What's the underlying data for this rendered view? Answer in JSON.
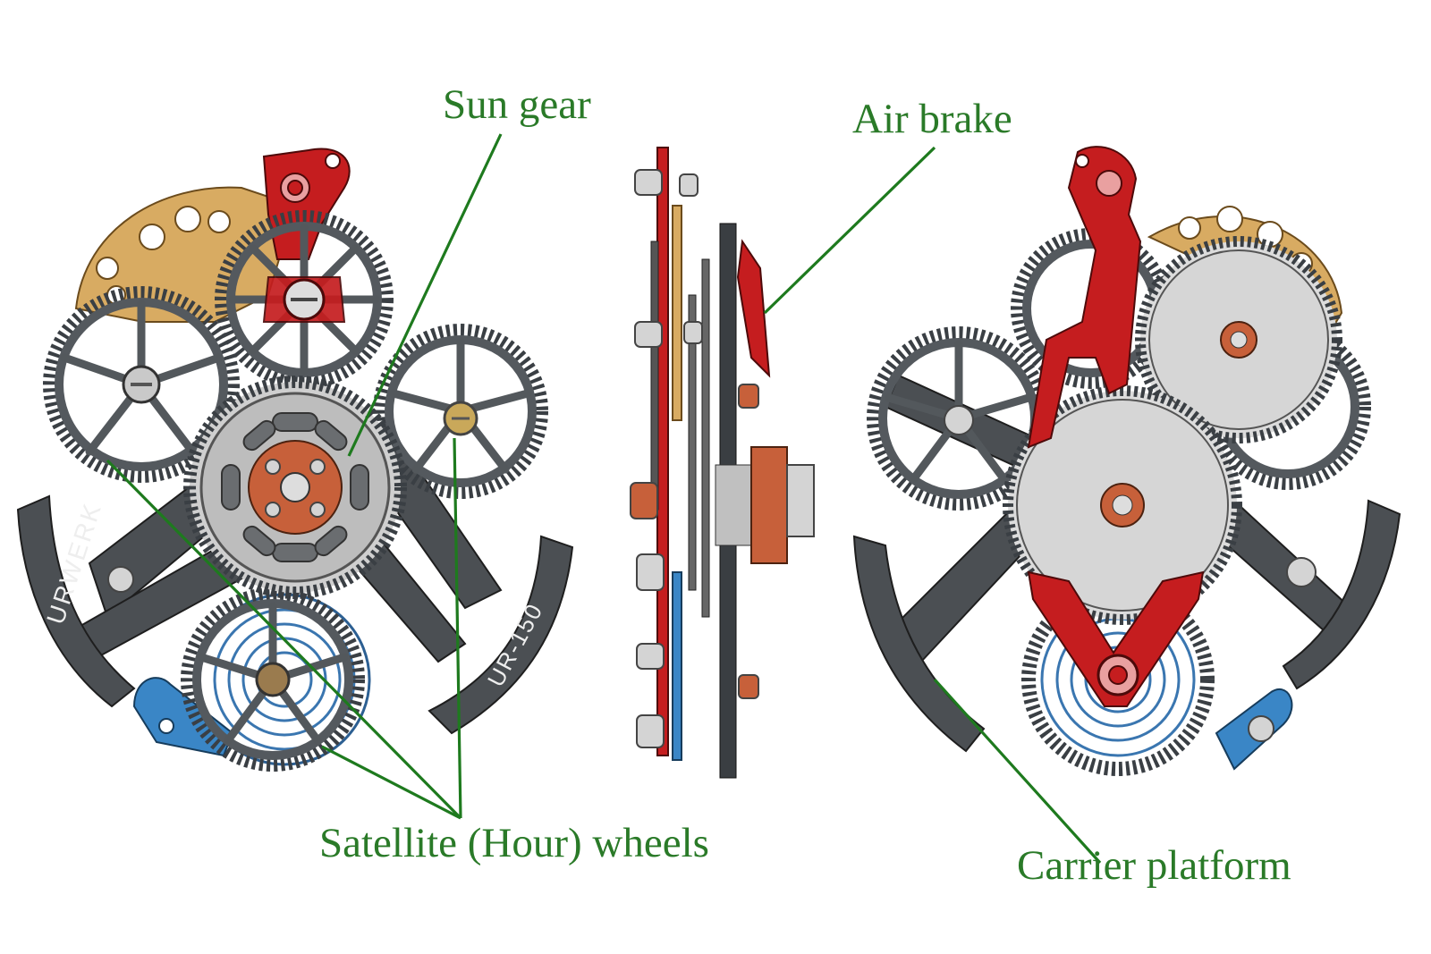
{
  "labels": {
    "sun_gear": "Sun gear",
    "air_brake": "Air brake",
    "satellite_wheels": "Satellite (Hour) wheels",
    "carrier_platform": "Carrier platform"
  },
  "engravings": {
    "brand": "URWERK",
    "model": "UR-150"
  },
  "colors": {
    "label_text": "#2a7a28",
    "leader_lines": "#1e7a1e",
    "steel": "#4b4f53",
    "red_part": "#c51d1f",
    "blue_part": "#3a86c6",
    "gold_part": "#d8ab62",
    "silver_part": "#d4d4d4",
    "copper_part": "#c7603a"
  }
}
